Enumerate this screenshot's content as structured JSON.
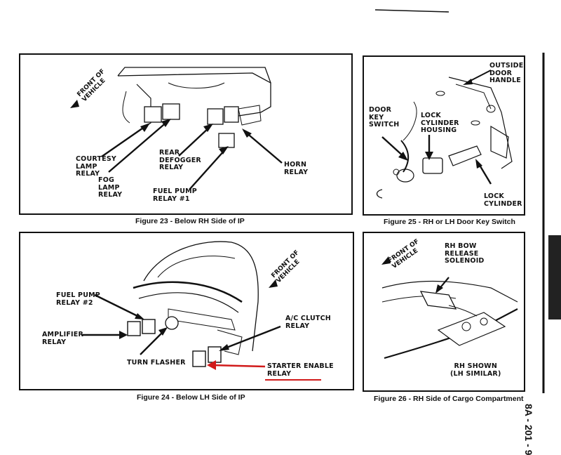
{
  "page_number": "8A - 201 - 9",
  "figures": [
    {
      "id": "fig23",
      "caption": "Figure 23 - Below RH Side of IP",
      "front_of_vehicle": "FRONT OF\nVEHICLE",
      "labels": {
        "courtesy": "COURTESY\nLAMP\nRELAY",
        "fog": "FOG\nLAMP\nRELAY",
        "rear_defogger": "REAR\nDEFOGGER\nRELAY",
        "fuel_pump_1": "FUEL PUMP\nRELAY #1",
        "horn": "HORN\nRELAY"
      }
    },
    {
      "id": "fig25",
      "caption": "Figure 25 - RH or LH Door Key Switch",
      "labels": {
        "outside_handle": "OUTSIDE\nDOOR\nHANDLE",
        "door_key_switch": "DOOR\nKEY\nSWITCH",
        "lock_cyl_housing": "LOCK\nCYLINDER\nHOUSING",
        "lock_cylinder": "LOCK\nCYLINDER"
      }
    },
    {
      "id": "fig24",
      "caption": "Figure 24 - Below LH Side of IP",
      "front_of_vehicle": "FRONT OF\nVEHICLE",
      "labels": {
        "fuel_pump_2": "FUEL PUMP\nRELAY #2",
        "amplifier": "AMPLIFIER\nRELAY",
        "turn_flasher": "TURN FLASHER",
        "ac_clutch": "A/C CLUTCH\nRELAY",
        "starter_enable": "STARTER ENABLE\nRELAY"
      }
    },
    {
      "id": "fig26",
      "caption": "Figure 26 - RH Side of Cargo Compartment",
      "front_of_vehicle": "FRONT OF\nVEHICLE",
      "labels": {
        "rh_bow": "RH BOW\nRELEASE\nSOLENOID",
        "rh_shown": "RH SHOWN\n(LH SIMILAR)"
      }
    }
  ],
  "colors": {
    "annotation_red": "#d11a1a",
    "ink": "#111111"
  }
}
